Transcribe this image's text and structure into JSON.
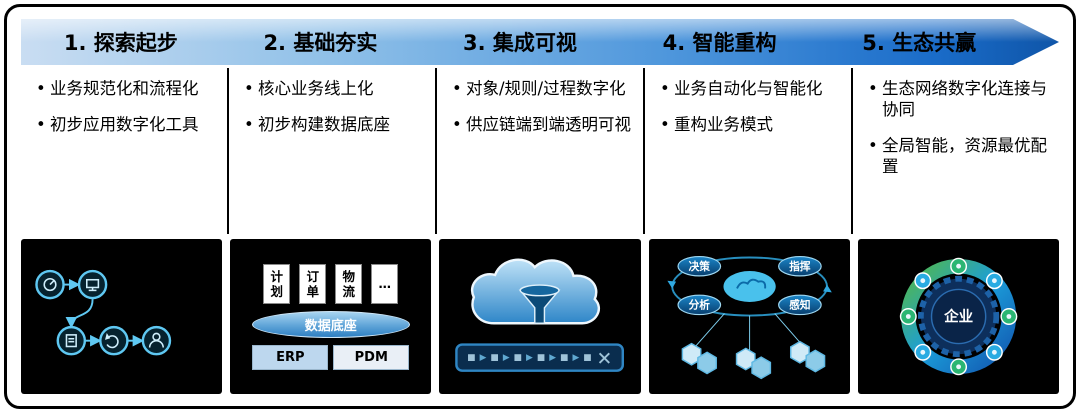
{
  "stages": [
    {
      "title": "1. 探索起步",
      "bullets": [
        "业务规范化和流程化",
        "初步应用数字化工具"
      ]
    },
    {
      "title": "2. 基础夯实",
      "bullets": [
        "核心业务线上化",
        "初步构建数据底座"
      ]
    },
    {
      "title": "3. 集成可视",
      "bullets": [
        "对象/规则/过程数字化",
        "供应链端到端透明可视"
      ]
    },
    {
      "title": "4. 智能重构",
      "bullets": [
        "业务自动化与智能化",
        "重构业务模式"
      ]
    },
    {
      "title": "5. 生态共赢",
      "bullets": [
        "生态网络数字化连接与协同",
        "全局智能，资源最优配置"
      ]
    }
  ],
  "panels": {
    "systems": {
      "boxes": [
        "计划",
        "订单",
        "物流",
        "…"
      ],
      "platform": "数据底座",
      "apps": [
        "ERP",
        "PDM"
      ]
    },
    "intelligence": {
      "labels": [
        "决策",
        "指挥",
        "分析",
        "感知"
      ]
    },
    "ecosystem": {
      "center": "企业"
    }
  },
  "colors": {
    "arrow_start": "#c9ddf2",
    "arrow_end": "#0f55a8",
    "panel_bg": "#000000",
    "accent_blue": "#29abe2",
    "accent_green": "#54b948"
  }
}
